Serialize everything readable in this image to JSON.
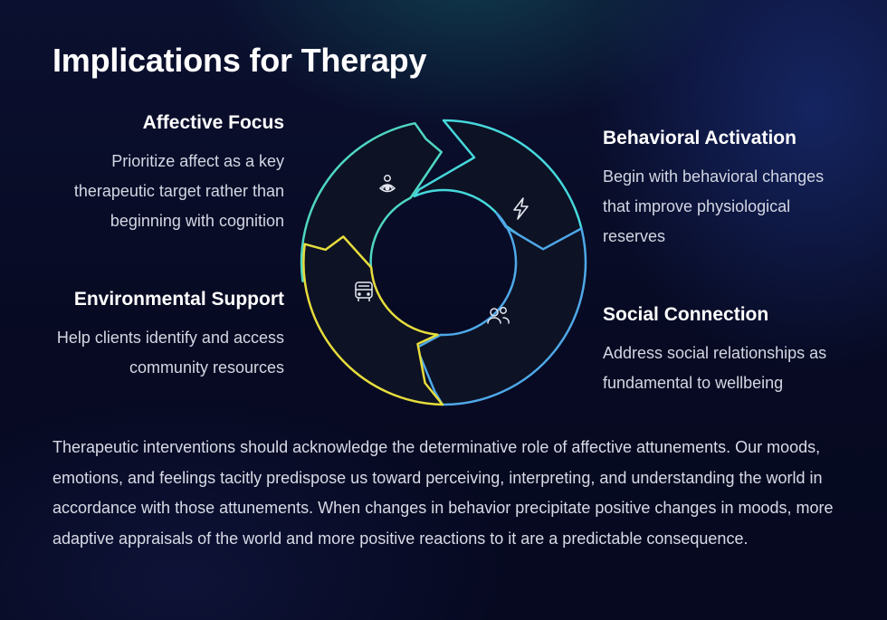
{
  "title": "Implications for Therapy",
  "sections": {
    "affective_focus": {
      "heading": "Affective Focus",
      "text": "Prioritize affect as a key therapeutic target rather than beginning with cognition",
      "color": "#4fd6c2",
      "icon": "person-eye-icon"
    },
    "behavioral_activation": {
      "heading": "Behavioral Activation",
      "text": "Begin with behavioral changes that improve physiological reserves",
      "color": "#46d8dc",
      "icon": "lightning-icon"
    },
    "social_connection": {
      "heading": "Social Connection",
      "text": "Address social relationships as fundamental to wellbeing",
      "color": "#4fa8e8",
      "icon": "users-icon"
    },
    "environmental_support": {
      "heading": "Environmental Support",
      "text": "Help clients identify and access community resources",
      "color": "#e6dc3c",
      "icon": "bus-icon"
    }
  },
  "summary": "Therapeutic interventions should acknowledge the determinative role of affective attunements. Our moods, emotions, and feelings tacitly predispose us toward perceiving, interpreting, and understanding the world in accordance with those attunements. When changes in behavior precipitate positive changes in moods, more adaptive appraisals of the world and more positive reactions to it are a predictable consequence."
}
